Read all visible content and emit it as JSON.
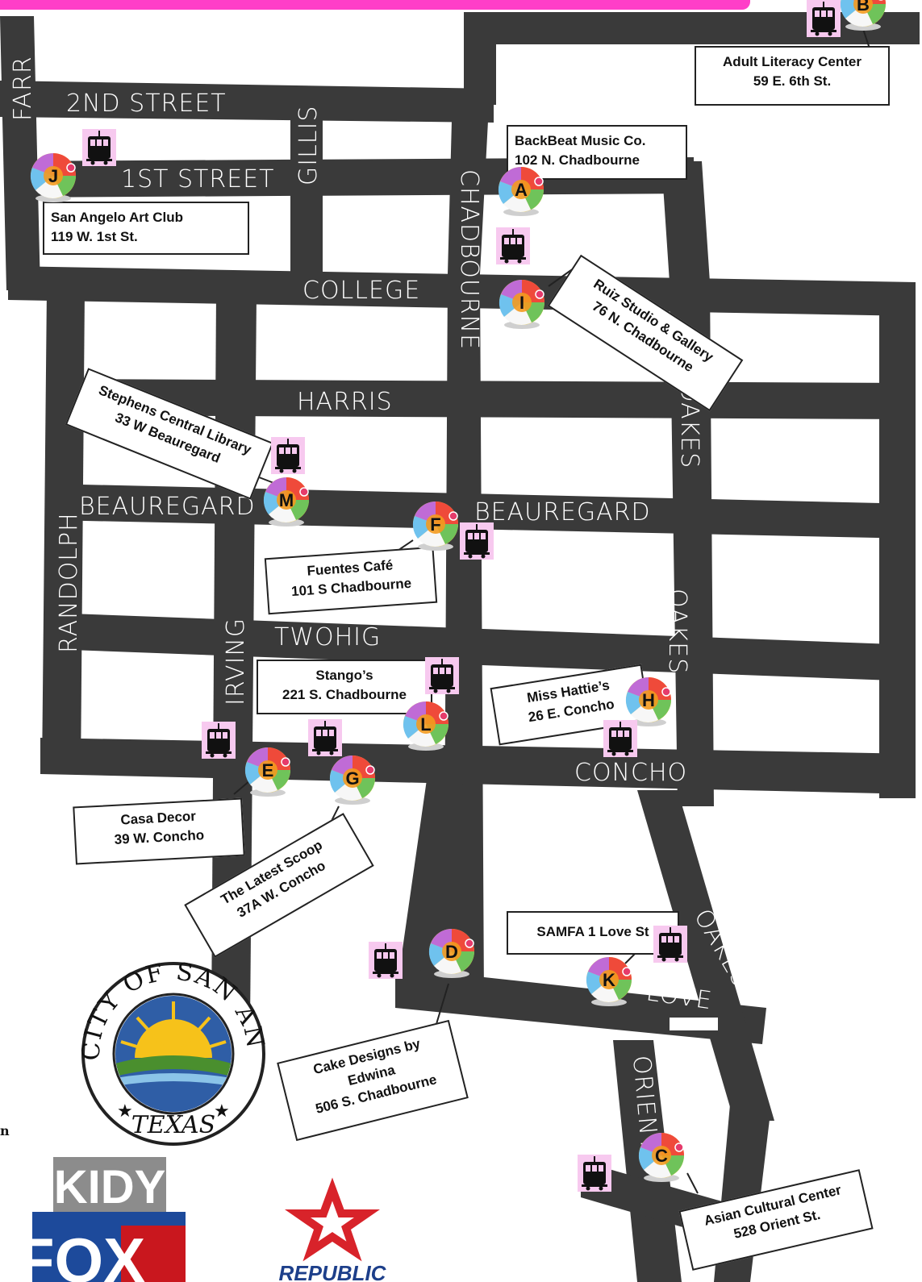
{
  "streets": {
    "farr": "FARR",
    "second": "2ND STREET",
    "gillis": "GILLIS",
    "first": "1ST STREET",
    "chadbourne": "CHADBOURNE",
    "college": "COLLEGE",
    "harris": "HARRIS",
    "oakes_top": "OAKES",
    "beauregard_left": "BEAUREGARD",
    "beauregard_right": "BEAUREGARD",
    "randolph": "RANDOLPH",
    "oakes_mid": "OAKES",
    "twohig": "TWOHIG",
    "irving": "IRVING",
    "concho": "CONCHO",
    "oakes_low": "OAKES",
    "love": "LOVE",
    "orient": "ORIENT"
  },
  "locations": [
    {
      "letter": "A",
      "name": "BackBeat Music Co.",
      "address": "102 N. Chadbourne"
    },
    {
      "letter": "B",
      "name": "Adult Literacy Center",
      "address": "59 E. 6th St."
    },
    {
      "letter": "C",
      "name": "Asian Cultural Center",
      "address": "528 Orient St."
    },
    {
      "letter": "D",
      "name": "Cake Designs by Edwina",
      "address": "506 S. Chadbourne"
    },
    {
      "letter": "E",
      "name": "Casa Decor",
      "address": "39 W. Concho"
    },
    {
      "letter": "F",
      "name": "Fuentes Café",
      "address": "101 S Chadbourne"
    },
    {
      "letter": "G",
      "name": "The Latest Scoop",
      "address": "37A  W. Concho"
    },
    {
      "letter": "H",
      "name": "Miss Hattie’s",
      "address": "26 E. Concho"
    },
    {
      "letter": "I",
      "name": "Ruiz Studio & Gallery",
      "address": "76 N. Chadbourne"
    },
    {
      "letter": "J",
      "name": "San Angelo Art Club",
      "address": "119 W. 1st St."
    },
    {
      "letter": "K",
      "name": "SAMFA   1 Love St",
      "address": ""
    },
    {
      "letter": "L",
      "name": "Stango’s",
      "address": "221 S. Chadbourne"
    },
    {
      "letter": "M",
      "name": "Stephens Central Library",
      "address": "33 W Beauregard"
    }
  ],
  "seal": {
    "top": "THE CITY OF SAN ANGELO",
    "bottom": "TEXAS"
  },
  "sponsors": {
    "kidy": "KIDY",
    "fox": "FOX",
    "republic": "REPUBLIC"
  },
  "edge_text": {
    "left_char": "n"
  },
  "icons": {
    "marker": "beach-ball-marker-icon",
    "trolley": "trolley-icon"
  },
  "colors": {
    "street": "#3a3a3a",
    "accent": "#ff3ec8",
    "trolley_bg": "#f7c9ef",
    "label_border": "#222222"
  }
}
